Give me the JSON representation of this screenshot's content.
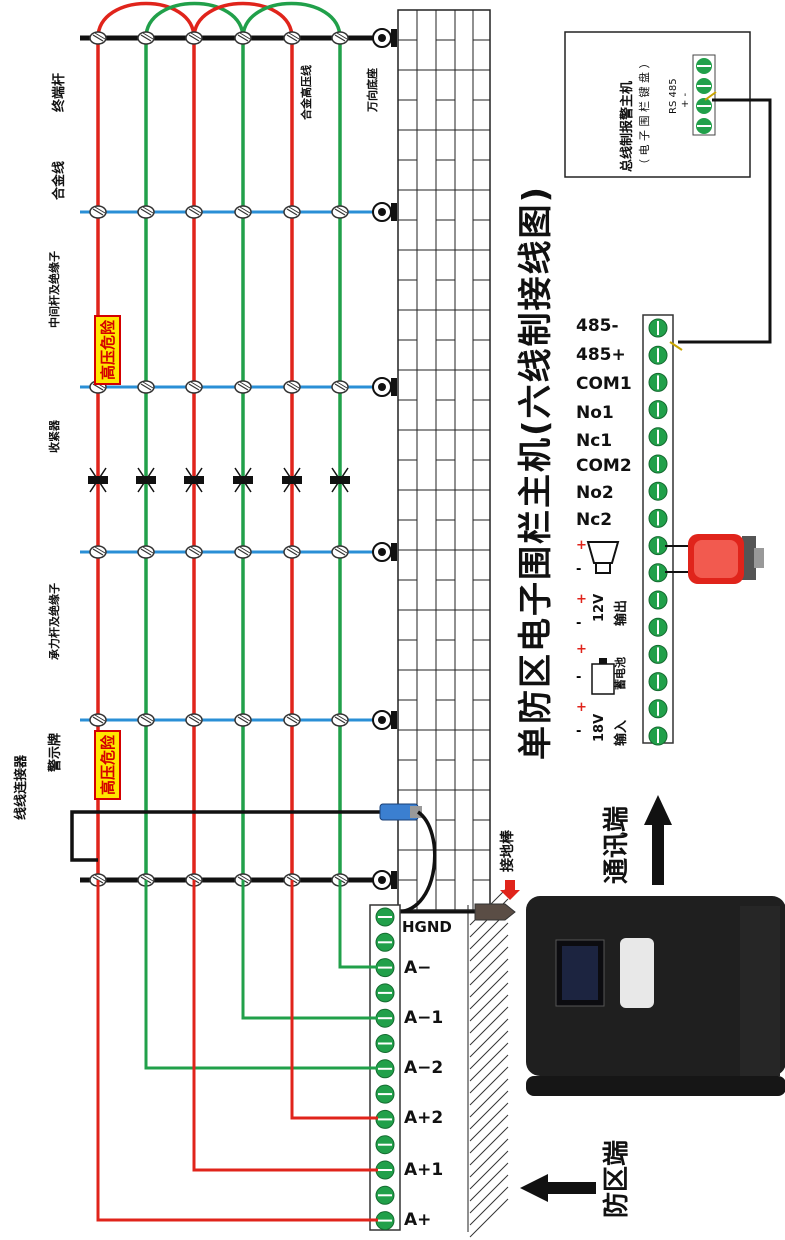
{
  "title": "单防区电子围栏主机(六线制接线图)",
  "labels": {
    "terminal_pole": "终端杆",
    "alloy_hv_wire": "合金高压线",
    "universal_base": "万向底座",
    "alloy_wire": "合金线",
    "middle_pole": "中间杆及绝缘子",
    "tensioner": "收紧器",
    "bearing_pole": "承力杆及绝缘子",
    "warning_sign": "警示牌",
    "wire_connector": "线线连接器",
    "ground_rod": "接地棒",
    "comm_end": "通讯端",
    "zone_end": "防区端"
  },
  "warning_text": "高压危险",
  "keyboard": {
    "title": "总线制报警主机",
    "subtitle": "（ 电 子 围 栏 键 盘 ）",
    "rs485": "RS 485",
    "pm": "+  -"
  },
  "right_terminals": [
    "485-",
    "485+",
    "COM1",
    "No1",
    "Nc1",
    "COM2",
    "No2",
    "Nc2"
  ],
  "power": {
    "out12v": "12V",
    "out12v_sub": "输出",
    "battery": "蓄电池",
    "in18v": "18V",
    "in18v_sub": "输入",
    "plus": "+",
    "minus": "-"
  },
  "left_terminals": {
    "hgnd": "HGND",
    "a_minus": "A−",
    "a_minus1": "A−1",
    "a_minus2": "A−2",
    "a_plus2": "A+2",
    "a_plus1": "A+1",
    "a_plus": "A+"
  },
  "colors": {
    "red_wire": "#e0241b",
    "green_wire": "#21a04a",
    "blue_wire": "#2a8fd6",
    "black_wire": "#111111",
    "warn_bg": "#ffe600",
    "warn_fg": "#d40000"
  }
}
